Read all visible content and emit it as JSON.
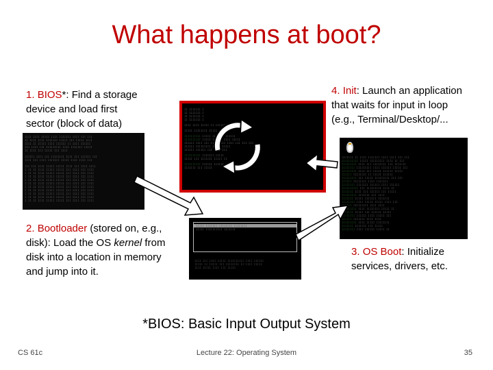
{
  "slide": {
    "title": "What happens at boot?",
    "bios_box": {
      "number": "1. ",
      "term": "BIOS",
      "star": "*",
      "line1_rest": ": Find a storage",
      "line2": "device and load first",
      "line3": "sector (block of data)"
    },
    "init_box": {
      "number": "4. ",
      "term": "Init",
      "line1_rest": ": Launch an application",
      "line2": "that waits for input in loop",
      "line3": "(e.g., Terminal/Desktop/..."
    },
    "bootloader_box": {
      "number": "2. ",
      "term": "Bootloader",
      "line1_rest": " (stored on, e.g.,",
      "line2": "disk): Load the OS ",
      "line2_italic": "kernel",
      "line2_rest": " from",
      "line3": "disk into a location in memory",
      "line4": "and jump into it."
    },
    "osboot_box": {
      "number": "3. ",
      "term": "OS Boot",
      "line1_rest": ": Initialize",
      "line2": "services, drivers, etc."
    },
    "footnote": "*BIOS: Basic Input Output System",
    "footer": {
      "course": "CS 61c",
      "lecture": "Lecture 22: Operating System",
      "page": "35"
    },
    "colors": {
      "accent_red": "#c00000",
      "screen_bg": "#000000",
      "terminal_border": "#d00000"
    },
    "icons": [
      "cycle-arrows-icon",
      "arrow-icon",
      "tux-icon"
    ]
  }
}
